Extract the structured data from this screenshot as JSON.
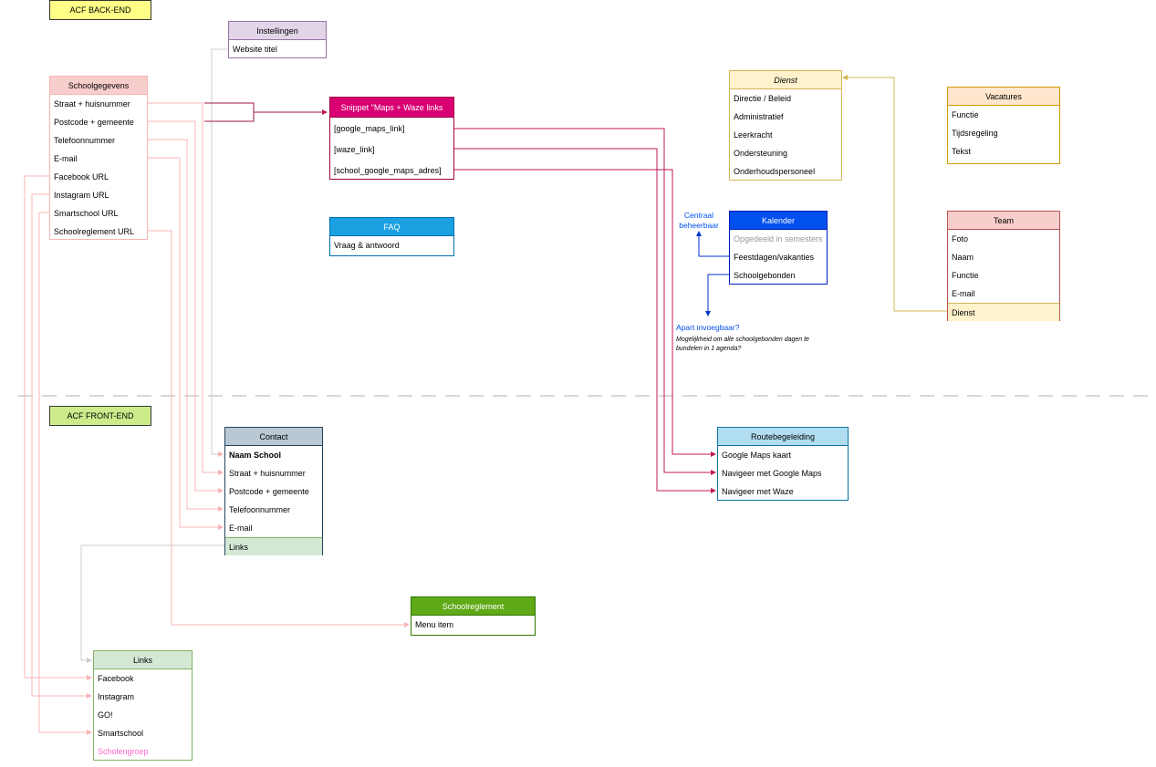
{
  "section_labels": {
    "backend": "ACF BACK-END",
    "frontend": "ACF FRONT-END"
  },
  "instellingen": {
    "title": "Instellingen",
    "rows": [
      "Website titel"
    ]
  },
  "schoolgegevens": {
    "title": "Schoolgegevens",
    "rows": [
      "Straat + huisnummer",
      "Postcode + gemeente",
      "Telefoonnummer",
      "E-mail",
      "Facebook URL",
      "Instagram URL",
      "Smartschool URL",
      "Schoolreglement URL"
    ]
  },
  "snippet": {
    "title": "Snippet \"Maps + Waze links",
    "rows": [
      "[google_maps_link]",
      "[waze_link]",
      "[school_google_maps_adres]"
    ]
  },
  "faq": {
    "title": "FAQ",
    "rows": [
      "Vraag & antwoord"
    ]
  },
  "dienst": {
    "title": "Dienst",
    "rows": [
      "Directie / Beleid",
      "Administratief",
      "Leerkracht",
      "Ondersteuning",
      "Onderhoudspersoneel"
    ]
  },
  "vacatures": {
    "title": "Vacatures",
    "rows": [
      "Functie",
      "Tijdsregeling",
      "Tekst"
    ]
  },
  "kalender": {
    "title": "Kalender",
    "rows": [
      "Opgedeeld in semesters",
      "Feestdagen/vakanties",
      "Schoolgebonden"
    ]
  },
  "team": {
    "title": "Team",
    "rows": [
      "Foto",
      "Naam",
      "Functie",
      "E-mail",
      "Dienst"
    ]
  },
  "notes": {
    "centraal_line1": "Centraal",
    "centraal_line2": "beheerbaar",
    "apart": "Apart invoegbaar?",
    "apart_detail_line1": "Mogelijkheid om alle schoolgebonden dagen te",
    "apart_detail_line2": "bundelen in 1 agenda?"
  },
  "contact": {
    "title": "Contact",
    "rows": [
      "Naam School",
      "Straat + huisnummer",
      "Postcode + gemeente",
      "Telefoonnummer",
      "E-mail",
      "Links"
    ]
  },
  "routebegeleiding": {
    "title": "Routebegeleiding",
    "rows": [
      "Google Maps kaart",
      "Navigeer met Google Maps",
      "Navigeer met Waze"
    ]
  },
  "schoolreglement": {
    "title": "Schoolreglement",
    "rows": [
      "Menu item"
    ]
  },
  "links": {
    "title": "Links",
    "rows": [
      "Facebook",
      "Instagram",
      "GO!",
      "Smartschool",
      "Scholengroep"
    ]
  },
  "colors": {
    "pink_wire": "#f8b4b4",
    "magenta_wire": "#c2185b",
    "gold_wire": "#d6b656",
    "blue_wire": "#0033cc",
    "gray_wire": "#cccccc"
  }
}
